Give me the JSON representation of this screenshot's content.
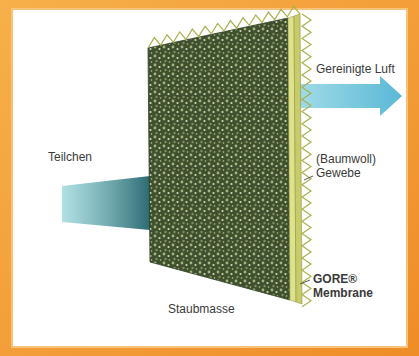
{
  "diagram": {
    "labels": [
      "Teilchen",
      "Gereinigte Luft",
      "(Baumwoll) Gewebe",
      "Staubmasse",
      "GORE® Membrane"
    ]
  }
}
